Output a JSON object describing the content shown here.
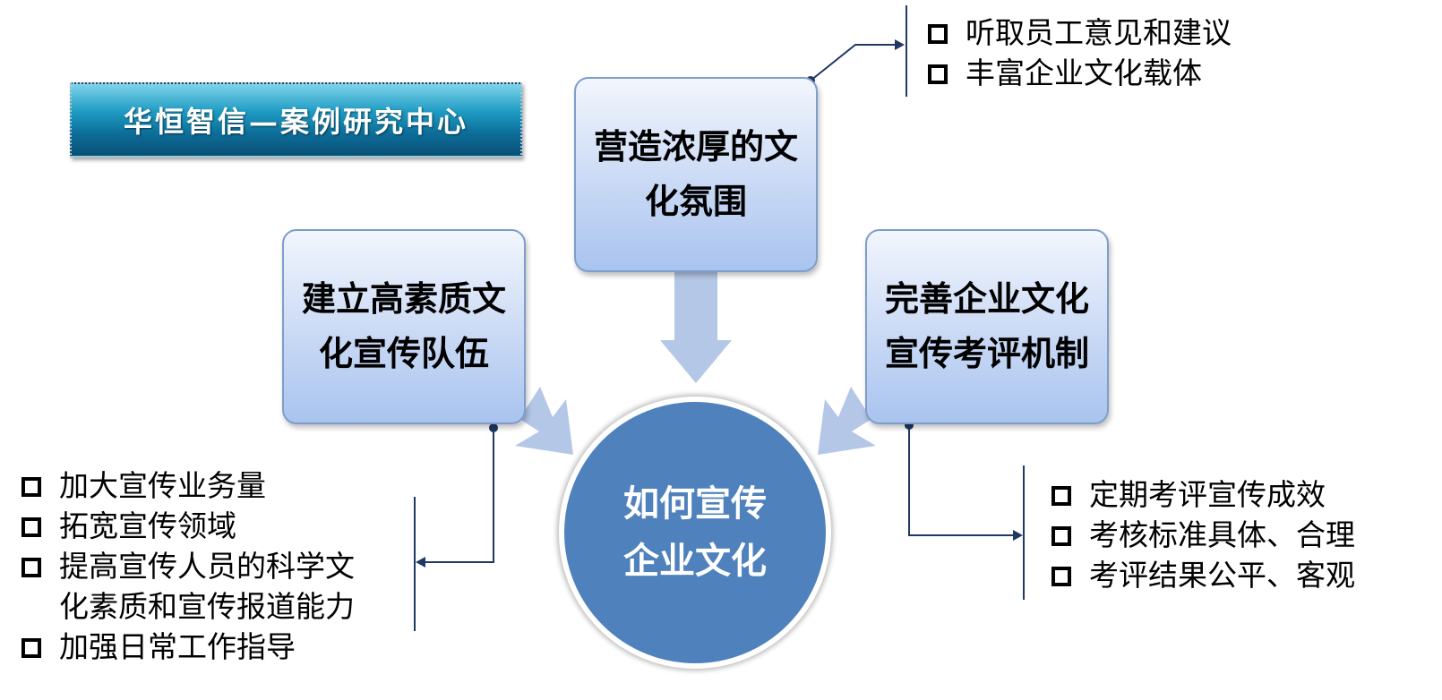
{
  "banner": {
    "title": "华恒智信—案例研究中心"
  },
  "center": {
    "label": "如何宣传\n企业文化"
  },
  "nodes": {
    "top": {
      "label": "营造浓厚的文\n化氛围"
    },
    "left": {
      "label": "建立高素质文\n化宣传队伍"
    },
    "right": {
      "label": "完善企业文化\n宣传考评机制"
    }
  },
  "lists": {
    "top": [
      "听取员工意见和建议",
      "丰富企业文化载体"
    ],
    "left": [
      "加大宣传业务量",
      "拓宽宣传领域",
      "提高宣传人员的科学文\n化素质和宣传报道能力",
      "加强日常工作指导"
    ],
    "right": [
      "定期考评宣传成效",
      "考核标准具体、合理",
      "考评结果公平、客观"
    ]
  },
  "colors": {
    "center_fill": "#4f81bd",
    "node_fill": "#c9d9f5",
    "node_border": "#7e9ec9",
    "arrow_fill": "#b4c7e7",
    "connector": "#1f3864",
    "banner_fill": "#0c6f9a"
  }
}
